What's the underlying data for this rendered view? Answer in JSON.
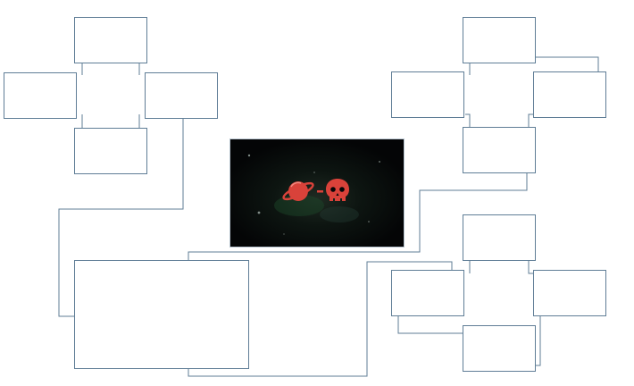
{
  "colors": {
    "box_stroke": "#5f7d96",
    "connector": "#5f7d96",
    "background": "#ffffff",
    "thumbnail_bg": "#050708",
    "icon_red": "#d9423a"
  },
  "center_image": {
    "icons": [
      "planet-icon",
      "dash",
      "skull-icon"
    ]
  },
  "clusters": [
    {
      "name": "top-left",
      "boxes": [
        "top",
        "left",
        "right",
        "bottom"
      ]
    },
    {
      "name": "top-right",
      "boxes": [
        "top",
        "left",
        "right",
        "bottom"
      ]
    },
    {
      "name": "bottom-right",
      "boxes": [
        "top",
        "left",
        "right",
        "bottom"
      ]
    }
  ],
  "large_box": {
    "name": "large-empty-box"
  }
}
